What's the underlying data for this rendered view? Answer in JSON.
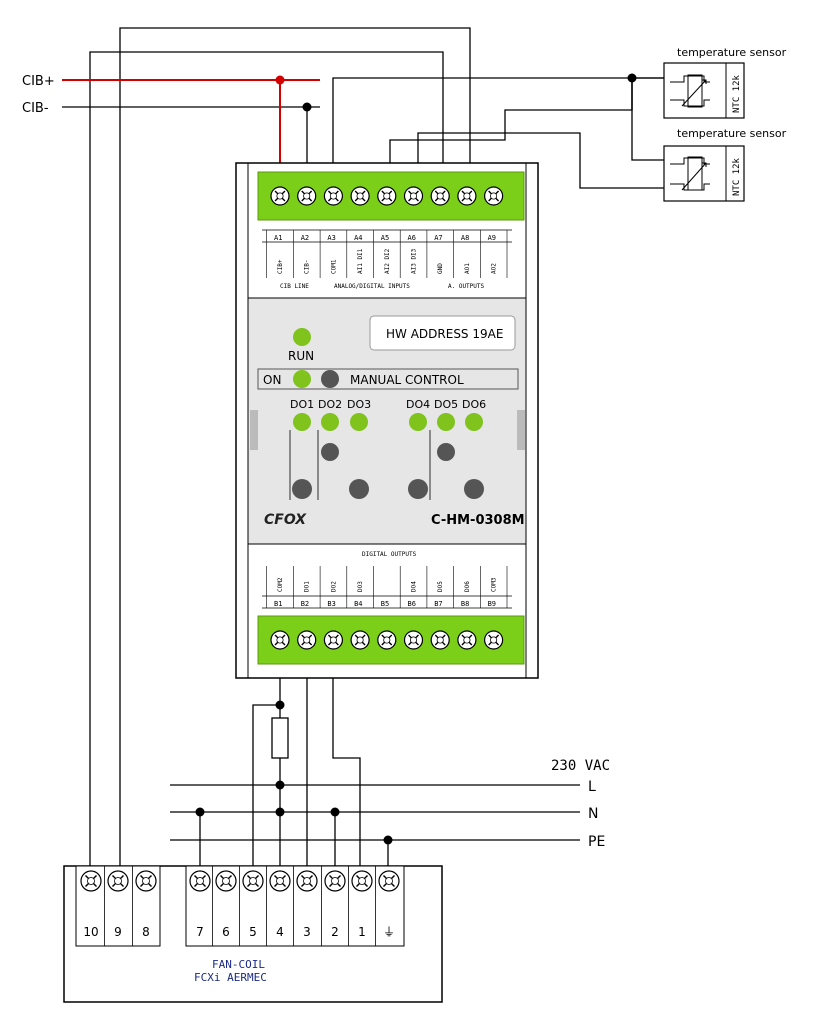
{
  "bus": {
    "plus": "CIB+",
    "minus": "CIB-"
  },
  "sensors": [
    {
      "title": "temperature sensor",
      "type": "NTC 12k"
    },
    {
      "title": "temperature sensor",
      "type": "NTC 12k"
    }
  ],
  "module": {
    "top_terminals": [
      "A1",
      "A2",
      "A3",
      "A4",
      "A5",
      "A6",
      "A7",
      "A8",
      "A9"
    ],
    "top_signals": [
      "CIB+",
      "CIB-",
      "COM1",
      "AI1 DI1",
      "AI2 DI2",
      "AI3 DI3",
      "GND",
      "AO1",
      "AO2"
    ],
    "top_groups": [
      "CIB LINE",
      "ANALOG/DIGITAL INPUTS",
      "A. OUTPUTS"
    ],
    "hw_address": "HW ADDRESS 19AE",
    "run_label": "RUN",
    "on_label": "ON",
    "manual_label": "MANUAL CONTROL",
    "do_labels": [
      "DO1",
      "DO2",
      "DO3",
      "DO4",
      "DO5",
      "DO6"
    ],
    "brand": "CFOX",
    "model": "C-HM-0308M",
    "bottom_group": "DIGITAL OUTPUTS",
    "bottom_signals": [
      "COM2",
      "DO1",
      "DO2",
      "DO3",
      "",
      "DO4",
      "DO5",
      "DO6",
      "COM3"
    ],
    "bottom_terminals": [
      "B1",
      "B2",
      "B3",
      "B4",
      "B5",
      "B6",
      "B7",
      "B8",
      "B9"
    ]
  },
  "supply": {
    "voltage": "230 VAC",
    "lines": [
      "L",
      "N",
      "PE"
    ]
  },
  "fancoil": {
    "terminals": [
      "10",
      "9",
      "8",
      "7",
      "6",
      "5",
      "4",
      "3",
      "2",
      "1",
      "⏚"
    ],
    "title": "FAN-COIL",
    "model": "FCXi AERMEC"
  },
  "colors": {
    "cib_plus": "#d40000",
    "terminal_green": "#7ccf18",
    "led_green": "#7fc31c",
    "led_grey": "#555555"
  }
}
